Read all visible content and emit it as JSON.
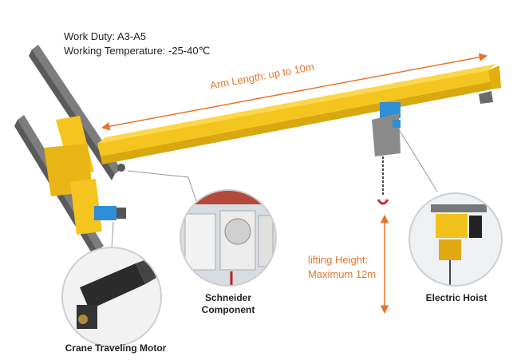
{
  "specs": {
    "work_duty": "Work Duty: A3-A5",
    "working_temperature": "Working Temperature: -25-40℃"
  },
  "dimensions": {
    "arm_length": "Arm Length: up to 10m",
    "lifting_height_line1": "lifting Height:",
    "lifting_height_line2": "Maximum 12m"
  },
  "components": {
    "schneider_line1": "Schneider",
    "schneider_line2": "Component",
    "electric_hoist": "Electric Hoist",
    "travel_motor": "Crane Traveling Motor"
  },
  "colors": {
    "beam_yellow": "#f5c51f",
    "dimension_orange": "#e8742c",
    "hoist_blue": "#2f8fd6",
    "rail_gray": "#8a8a8a"
  }
}
